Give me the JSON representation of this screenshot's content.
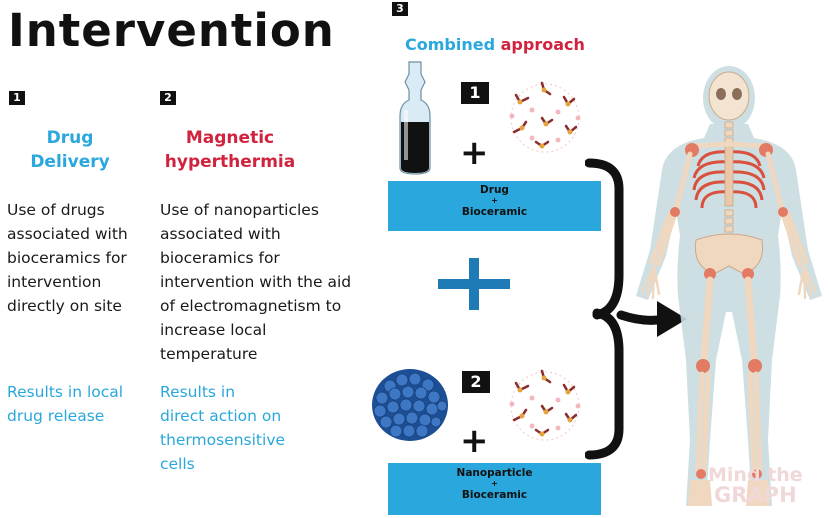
{
  "title": "Intervention",
  "col1": {
    "number": "1",
    "heading_line1": "Drug",
    "heading_line2": "Delivery",
    "body": "Use of drugs\nassociated with\nbioceramics for\nintervention\ndirectly on site",
    "result": "Results in local\ndrug release"
  },
  "col2": {
    "number": "2",
    "heading_line1": "Magnetic",
    "heading_line2": "hyperthermia",
    "body": "Use of nanoparticles\nassociated with\nbioceramics for\nintervention with the aid\nof electromagnetism to\nincrease local\ntemperature",
    "result": "Results in\ndirect action on\nthermosensitive\ncells"
  },
  "col3": {
    "number": "3",
    "heading_word1": "Combined",
    "heading_word2": "approach",
    "step1_number": "1",
    "step2_number": "2",
    "bar1_line1": "Drug",
    "bar1_plus": "+",
    "bar1_line2": "Bioceramic",
    "bar2_line1": "Nanoparticle",
    "bar2_plus": "+",
    "bar2_line2": "Bioceramic",
    "plus_symbol": "+",
    "big_plus_symbol": "+"
  },
  "watermark": {
    "line1": "Mind the",
    "line2": "GRAPH"
  },
  "colors": {
    "accent_blue": "#2aa7dc",
    "accent_red": "#d2233e",
    "dark": "#111111"
  },
  "icons": [
    "vial-icon",
    "bioceramic-crystal-icon",
    "nanoparticle-cluster-icon",
    "skeleton-body-icon",
    "bracket-arrow-icon"
  ]
}
